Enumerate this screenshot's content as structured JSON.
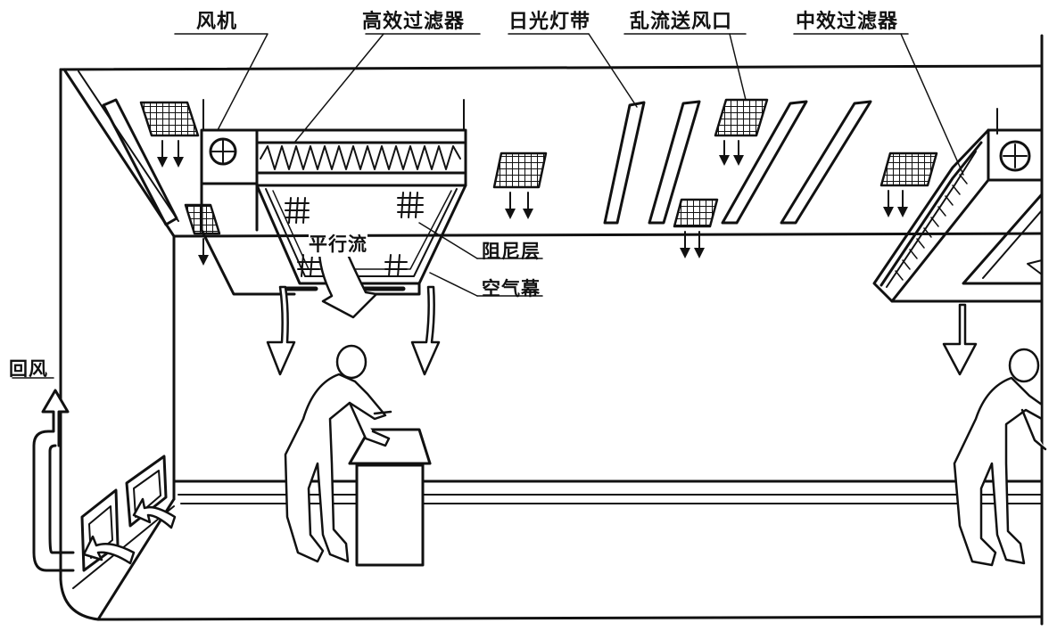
{
  "labels": {
    "fan": "风机",
    "hepa_filter": "高效过滤器",
    "fluorescent_strip": "日光灯带",
    "turbulent_supply_outlet": "乱流送风口",
    "medium_filter": "中效过滤器",
    "parallel_flow": "平行流",
    "damping_layer": "阻尼层",
    "air_curtain": "空气幕",
    "return_air": "回风"
  },
  "colors": {
    "ink": "#111111",
    "background": "#ffffff"
  }
}
